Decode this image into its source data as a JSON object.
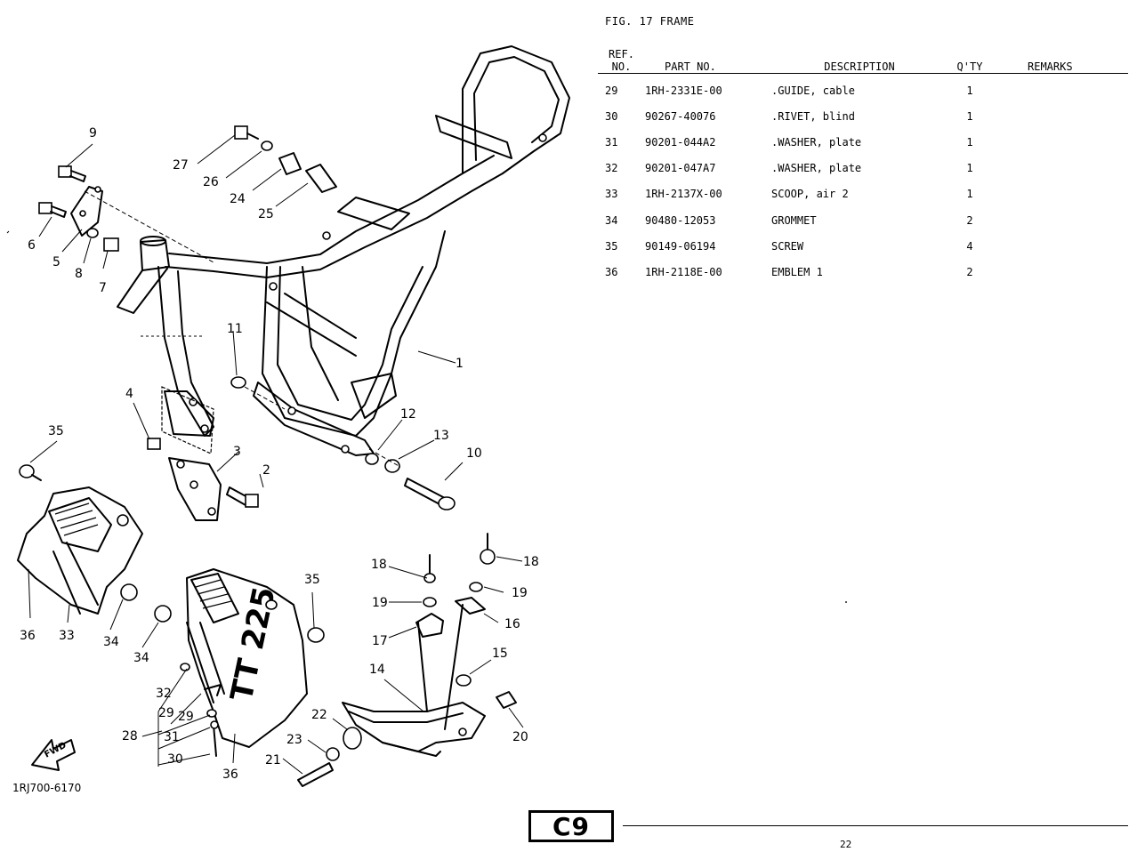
{
  "figure": {
    "title": "FIG. 17  FRAME",
    "drawing_code": "1RJ700-6170",
    "fwd_label": "FWD",
    "emblem_text": "TT 225",
    "callouts": [
      "1",
      "2",
      "3",
      "4",
      "5",
      "6",
      "7",
      "8",
      "9",
      "10",
      "11",
      "12",
      "13",
      "14",
      "15",
      "16",
      "17",
      "18",
      "18",
      "19",
      "19",
      "20",
      "21",
      "22",
      "23",
      "24",
      "25",
      "26",
      "27",
      "28",
      "29",
      "29",
      "30",
      "31",
      "32",
      "33",
      "34",
      "34",
      "35",
      "35",
      "36",
      "36"
    ]
  },
  "table": {
    "headers": {
      "ref_line1": "REF.",
      "ref_line2": "NO.",
      "part_no": "PART NO.",
      "description": "DESCRIPTION",
      "qty": "Q'TY",
      "remarks": "REMARKS"
    },
    "rows": [
      {
        "ref": "29",
        "part": "1RH-2331E-00",
        "desc": ".GUIDE, cable",
        "qty": "1",
        "remarks": ""
      },
      {
        "ref": "30",
        "part": "90267-40076",
        "desc": ".RIVET, blind",
        "qty": "1",
        "remarks": ""
      },
      {
        "ref": "31",
        "part": "90201-044A2",
        "desc": ".WASHER, plate",
        "qty": "1",
        "remarks": ""
      },
      {
        "ref": "32",
        "part": "90201-047A7",
        "desc": ".WASHER, plate",
        "qty": "1",
        "remarks": ""
      },
      {
        "ref": "33",
        "part": "1RH-2137X-00",
        "desc": "SCOOP, air 2",
        "qty": "1",
        "remarks": ""
      },
      {
        "ref": "34",
        "part": "90480-12053",
        "desc": "GROMMET",
        "qty": "2",
        "remarks": ""
      },
      {
        "ref": "35",
        "part": "90149-06194",
        "desc": "SCREW",
        "qty": "4",
        "remarks": ""
      },
      {
        "ref": "36",
        "part": "1RH-2118E-00",
        "desc": "EMBLEM 1",
        "qty": "2",
        "remarks": ""
      }
    ]
  },
  "footer": {
    "page_code": "C9",
    "page_number": "22"
  }
}
